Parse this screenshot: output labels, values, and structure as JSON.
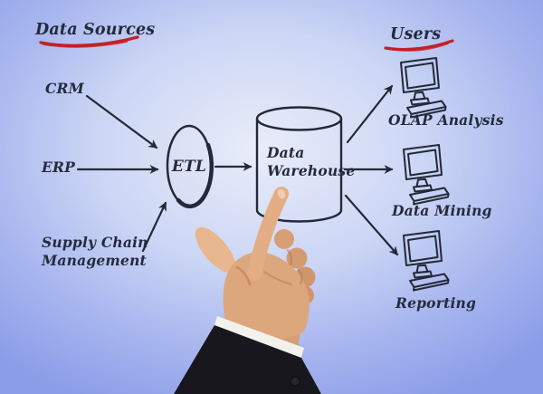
{
  "titles": {
    "sources": "Data Sources",
    "users": "Users"
  },
  "source_nodes": {
    "crm": "CRM",
    "erp": "ERP",
    "scm_line1": "Supply Chain",
    "scm_line2": "Management"
  },
  "etl": {
    "label": "ETL"
  },
  "warehouse": {
    "line1": "Data",
    "line2": "Warehouse"
  },
  "user_nodes": {
    "olap": "OLAP Analysis",
    "mining": "Data Mining",
    "reporting": "Reporting"
  },
  "icons": {
    "workstation": "monitor-with-keyboard",
    "pointer": "pointing-hand"
  },
  "colors": {
    "ink": "#232938",
    "accent_red": "#c32127",
    "bg_center": "#e9edf9",
    "bg_edge": "#8b9de8",
    "skin": "#dda77e",
    "suit": "#17171d",
    "cuff": "#f3f1ec"
  }
}
